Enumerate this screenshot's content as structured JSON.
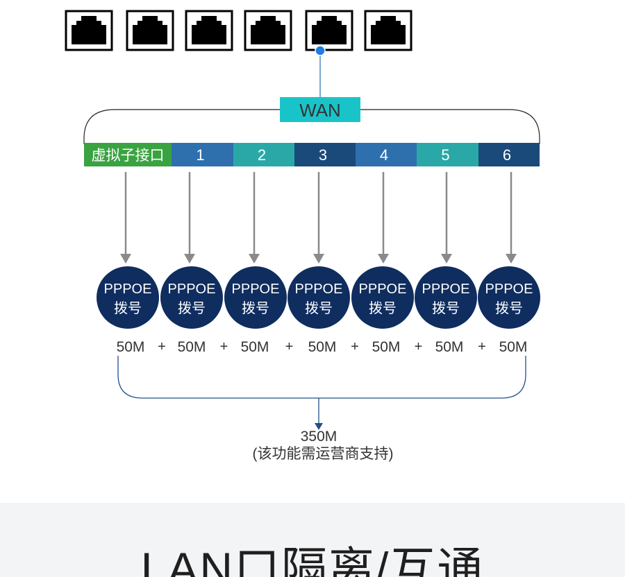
{
  "wan": {
    "label": "WAN"
  },
  "ports": {
    "count": 6,
    "highlighted_index": 5
  },
  "interface_bar": {
    "first_label": "虚拟子接口",
    "segments": [
      {
        "label": "1",
        "color": "#2e6fae"
      },
      {
        "label": "2",
        "color": "#2aa8a8"
      },
      {
        "label": "3",
        "color": "#1a4a7a"
      },
      {
        "label": "4",
        "color": "#2e6fae"
      },
      {
        "label": "5",
        "color": "#2aa8a8"
      },
      {
        "label": "6",
        "color": "#1a4a7a"
      }
    ],
    "first_color": "#3aa341"
  },
  "dial_nodes": [
    {
      "line1": "PPPOE",
      "line2": "拨号"
    },
    {
      "line1": "PPPOE",
      "line2": "拨号"
    },
    {
      "line1": "PPPOE",
      "line2": "拨号"
    },
    {
      "line1": "PPPOE",
      "line2": "拨号"
    },
    {
      "line1": "PPPOE",
      "line2": "拨号"
    },
    {
      "line1": "PPPOE",
      "line2": "拨号"
    },
    {
      "line1": "PPPOE",
      "line2": "拨号"
    }
  ],
  "bandwidths": [
    "50M",
    "50M",
    "50M",
    "50M",
    "50M",
    "50M",
    "50M"
  ],
  "plus_sign": "+",
  "total": {
    "value": "350M",
    "note": "(该功能需运营商支持)"
  },
  "section_title": "LAN口隔离/互通",
  "colors": {
    "node_fill": "#0f2d5f",
    "wan_fill": "#19c4c9",
    "accent_dot": "#1e7de6",
    "arrow": "#8a8a8a",
    "brace": "#1f4f8a"
  }
}
